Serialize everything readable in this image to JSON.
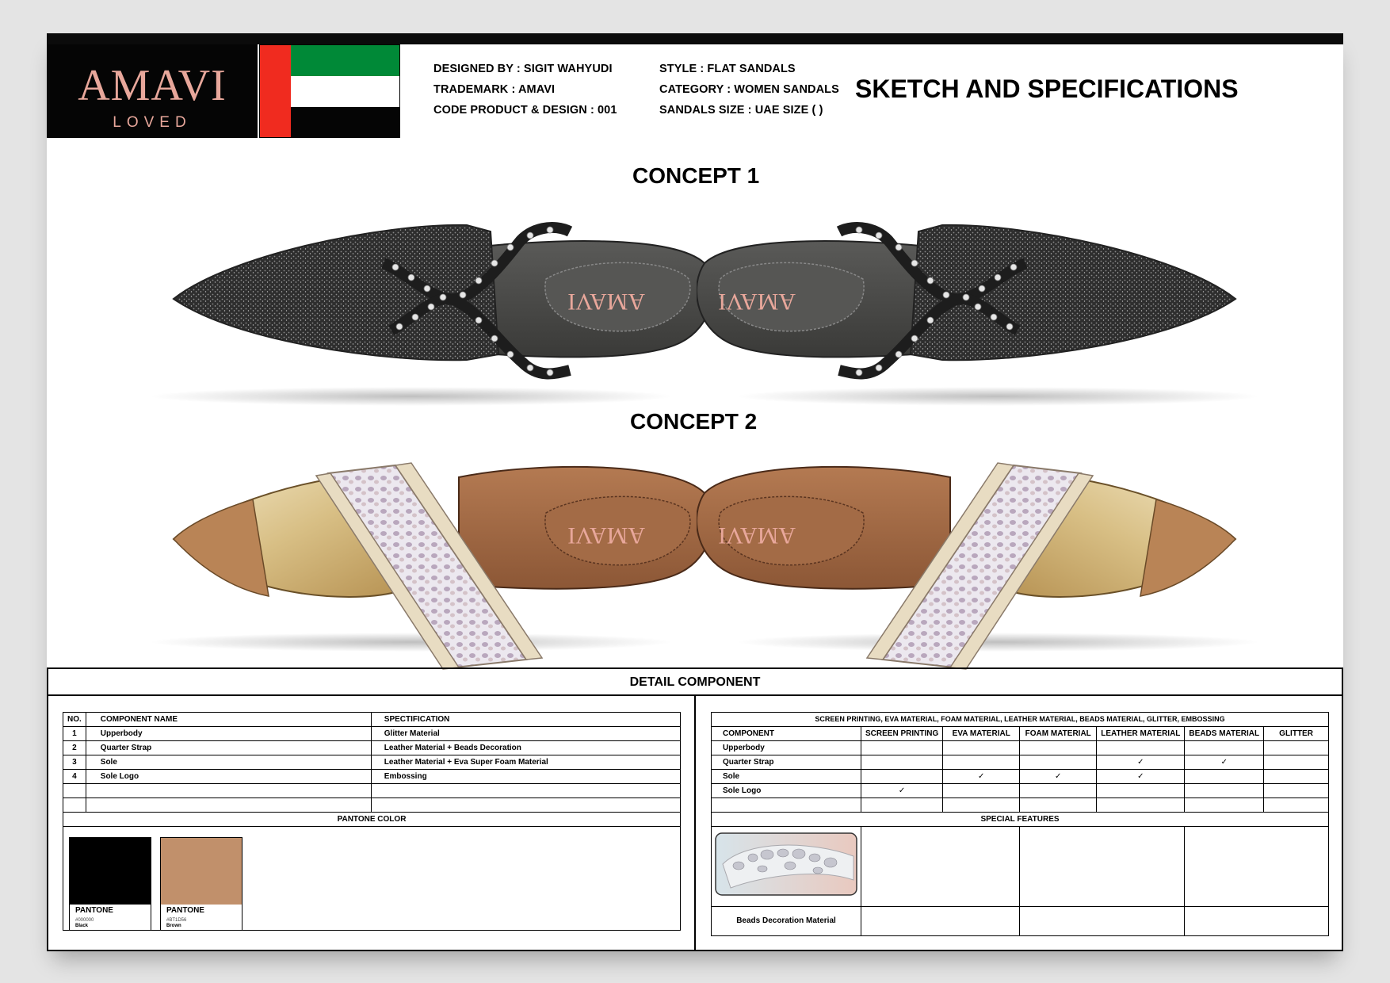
{
  "brand": {
    "logo_main": "AMAVI",
    "logo_sub": "LOVED",
    "logo_color": "#e8a79b"
  },
  "flag": {
    "red": "#f02b1f",
    "green": "#008937",
    "white": "#ffffff",
    "black": "#050505"
  },
  "header": {
    "designed_by": "DESIGNED BY : SIGIT WAHYUDI",
    "trademark": "TRADEMARK : AMAVI",
    "code": "CODE PRODUCT & DESIGN : 001",
    "style": "STYLE : FLAT SANDALS",
    "category": "CATEGORY : WOMEN SANDALS",
    "size": "SANDALS SIZE : UAE SIZE (   )",
    "title": "SKETCH AND SPECIFICATIONS"
  },
  "concepts": [
    {
      "title": "CONCEPT 1",
      "upper_color": "#3a3a3a",
      "sole_color": "#4a4a48",
      "accent": "#d9d9d9"
    },
    {
      "title": "CONCEPT 2",
      "upper_color": "#d6c08f",
      "sole_color": "#a8704a",
      "accent": "#e8e2ee"
    }
  ],
  "detail": {
    "title": "DETAIL COMPONENT",
    "left_table": {
      "headers": [
        "NO.",
        "COMPONENT NAME",
        "SPECTIFICATION"
      ],
      "rows": [
        [
          "1",
          "Upperbody",
          "Glitter Material"
        ],
        [
          "2",
          "Quarter Strap",
          "Leather Material + Beads Decoration"
        ],
        [
          "3",
          "Sole",
          "Leather Material + Eva Super Foam Material"
        ],
        [
          "4",
          "Sole Logo",
          "Embossing"
        ],
        [
          "",
          "",
          ""
        ],
        [
          "",
          "",
          ""
        ]
      ],
      "pantone_title": "PANTONE COLOR"
    },
    "pantone": [
      {
        "label": "PANTONE",
        "hex": "#000000",
        "name": "Black",
        "color": "#000000"
      },
      {
        "label": "PANTONE",
        "hex": "#BT1D56",
        "name": "Brown",
        "color": "#c1906b"
      }
    ],
    "right_table": {
      "title": "SCREEN PRINTING, EVA MATERIAL, FOAM MATERIAL, LEATHER MATERIAL, BEADS MATERIAL, GLITTER, EMBOSSING",
      "headers": [
        "COMPONENT",
        "SCREEN PRINTING",
        "EVA MATERIAL",
        "FOAM MATERIAL",
        "LEATHER MATERIAL",
        "BEADS MATERIAL",
        "GLITTER"
      ],
      "rows": [
        [
          "Upperbody",
          "",
          "",
          "",
          "",
          "",
          ""
        ],
        [
          "Quarter Strap",
          "",
          "",
          "",
          "✓",
          "✓",
          ""
        ],
        [
          "Sole",
          "",
          "✓",
          "✓",
          "✓",
          "",
          ""
        ],
        [
          "Sole Logo",
          "✓",
          "",
          "",
          "",
          "",
          ""
        ],
        [
          "",
          "",
          "",
          "",
          "",
          "",
          ""
        ]
      ],
      "special_title": "SPECIAL FEATURES",
      "special_caption": "Beads Decoration Material"
    }
  }
}
